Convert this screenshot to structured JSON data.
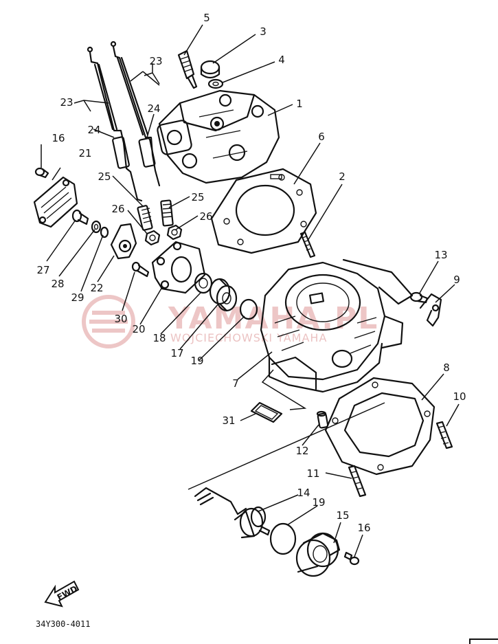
{
  "diagram": {
    "callouts": [
      "1",
      "2",
      "3",
      "4",
      "5",
      "6",
      "7",
      "8",
      "9",
      "10",
      "11",
      "12",
      "13",
      "14",
      "15",
      "16",
      "16",
      "17",
      "18",
      "19",
      "19",
      "20",
      "21",
      "22",
      "23",
      "23",
      "24",
      "24",
      "25",
      "25",
      "26",
      "26",
      "27",
      "28",
      "29",
      "30",
      "31"
    ],
    "part_code": "34Y300-4011",
    "orientation_marker": "FWD",
    "watermark": {
      "brand": "YAMAHA.PL",
      "subtitle": "WOJCIECHOWSKI YAMAHA"
    },
    "colors": {
      "ink": "#111111",
      "watermark": "#e7b3b3"
    }
  }
}
